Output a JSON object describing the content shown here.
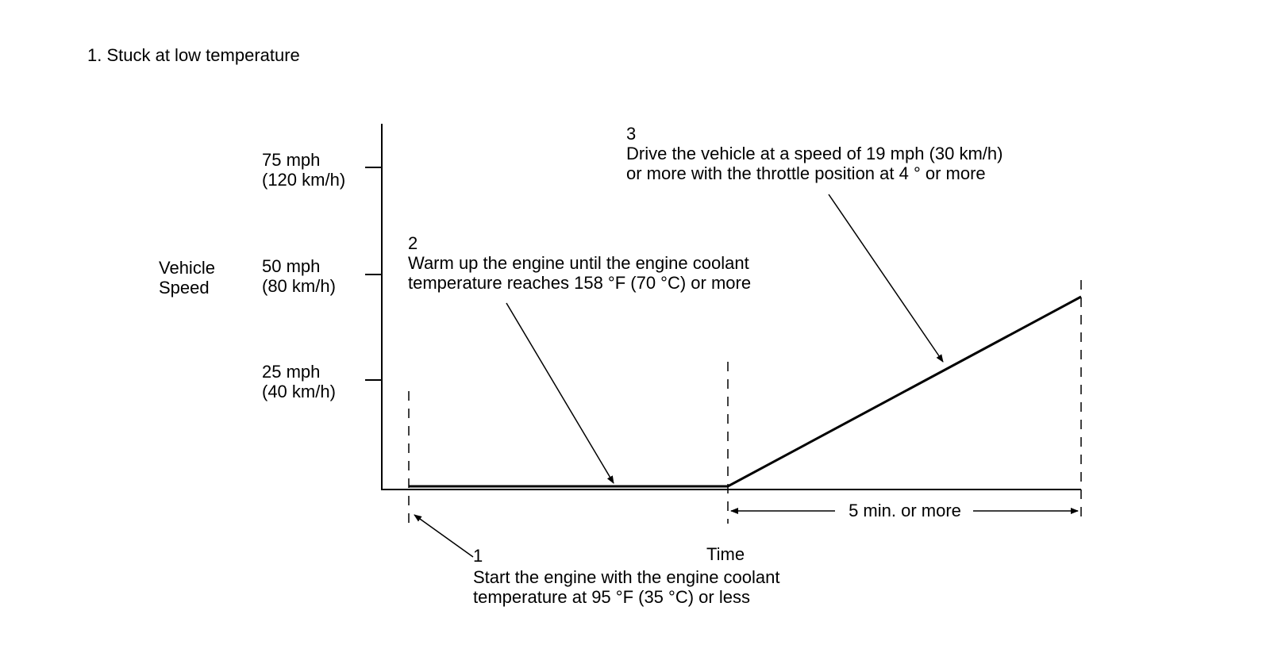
{
  "heading": "1. Stuck at low temperature",
  "y_axis": {
    "label": [
      "Vehicle",
      "Speed"
    ],
    "ticks": [
      {
        "mph": "75 mph",
        "kmh": "(120 km/h)"
      },
      {
        "mph": "50 mph",
        "kmh": "(80 km/h)"
      },
      {
        "mph": "25 mph",
        "kmh": "(40 km/h)"
      }
    ]
  },
  "x_axis": {
    "label": "Time",
    "interval_label": "5 min. or more"
  },
  "steps": [
    {
      "number": "1",
      "lines": [
        "Start the engine with the engine coolant",
        "temperature at 95 °F (35 °C) or less"
      ]
    },
    {
      "number": "2",
      "lines": [
        "Warm up the engine until the engine coolant",
        "temperature reaches 158 °F (70 °C) or more"
      ]
    },
    {
      "number": "3",
      "lines": [
        "Drive the vehicle at a speed of 19 mph (30 km/h)",
        "or more with the throttle position at 4 ° or more"
      ]
    }
  ],
  "colors": {
    "ink": "#000000",
    "background": "#ffffff"
  }
}
